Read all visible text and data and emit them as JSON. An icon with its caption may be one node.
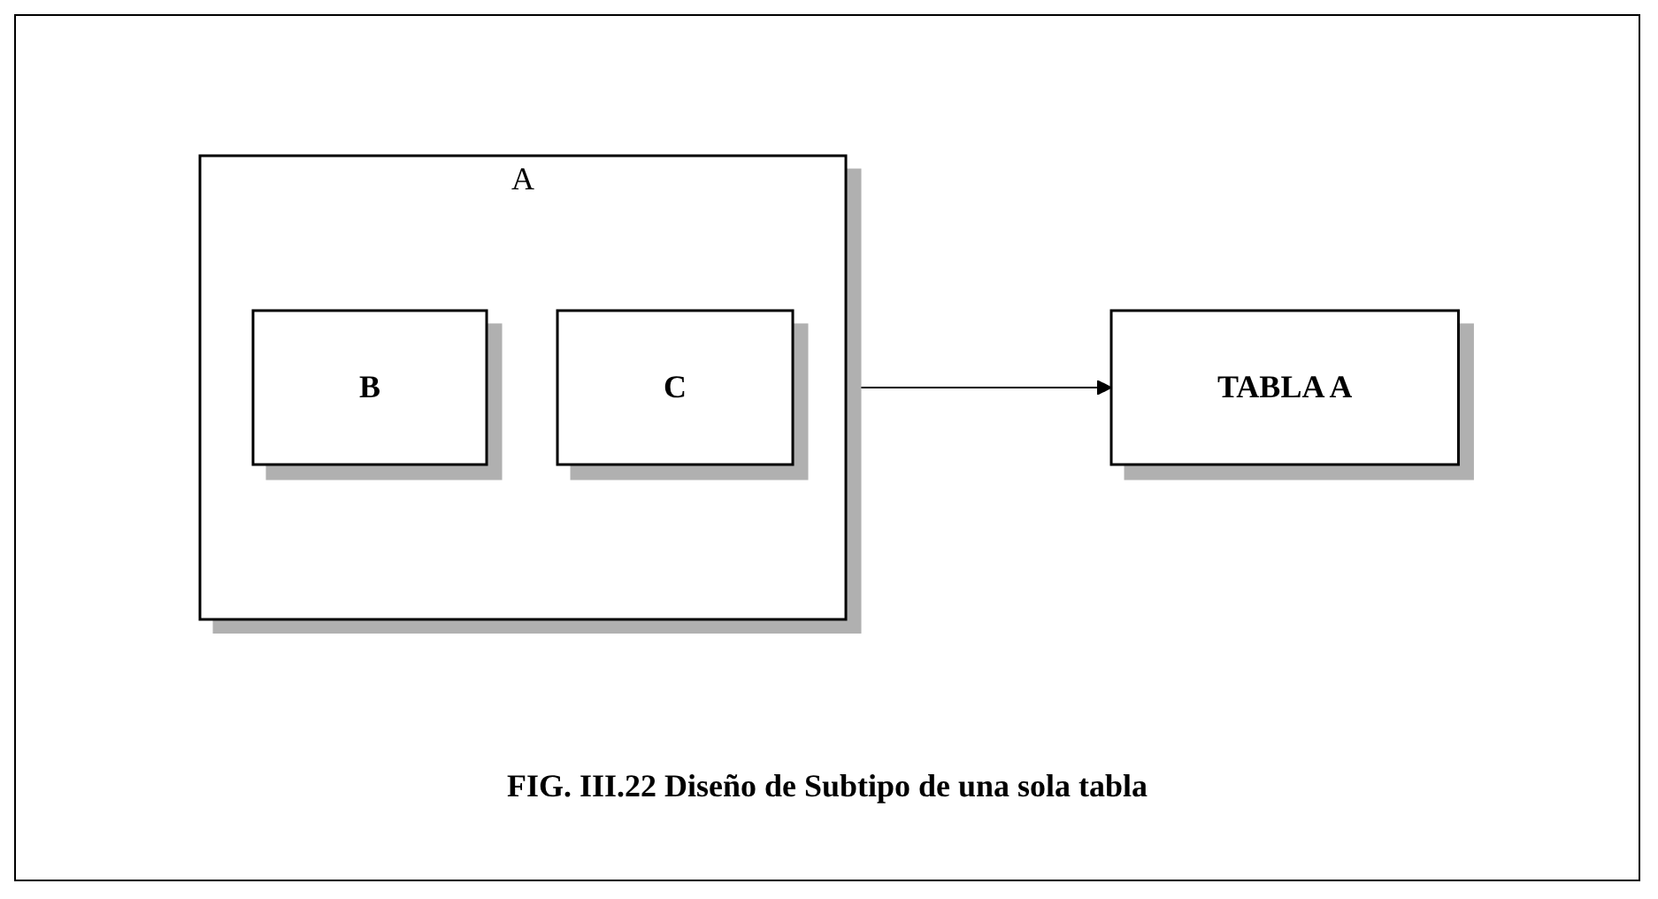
{
  "diagram": {
    "caption": "FIG. III.22 Diseño de Subtipo de una sola tabla",
    "nodes": [
      {
        "text": [
          "A"
        ]
      },
      {
        "text": [
          "B"
        ],
        "in": 0
      },
      {
        "text": [
          "C"
        ],
        "in": 0
      },
      {
        "text": [
          "TABLA A"
        ]
      }
    ],
    "edges": [
      {
        "from": 0,
        "to": 3,
        "arrow": "to"
      }
    ]
  }
}
